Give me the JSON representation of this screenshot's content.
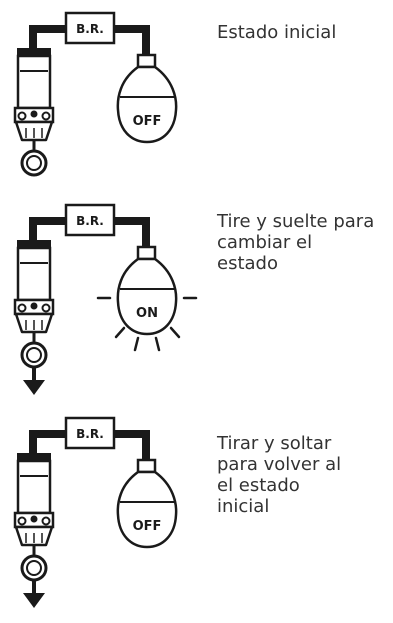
{
  "colors": {
    "ink": "#1a1a1a",
    "text": "#333333",
    "background": "#ffffff"
  },
  "steps": [
    {
      "caption": "Estado inicial",
      "box_label": "B.R.",
      "lamp_label": "OFF",
      "lamp_lit": false,
      "pull_arrow": false
    },
    {
      "caption": "Tire y suelte para\ncambiar el\nestado",
      "box_label": "B.R.",
      "lamp_label": "ON",
      "lamp_lit": true,
      "pull_arrow": true
    },
    {
      "caption": "Tirar y soltar\npara volver al\nel estado\ninicial",
      "box_label": "B.R.",
      "lamp_label": "OFF",
      "lamp_lit": false,
      "pull_arrow": true
    }
  ]
}
